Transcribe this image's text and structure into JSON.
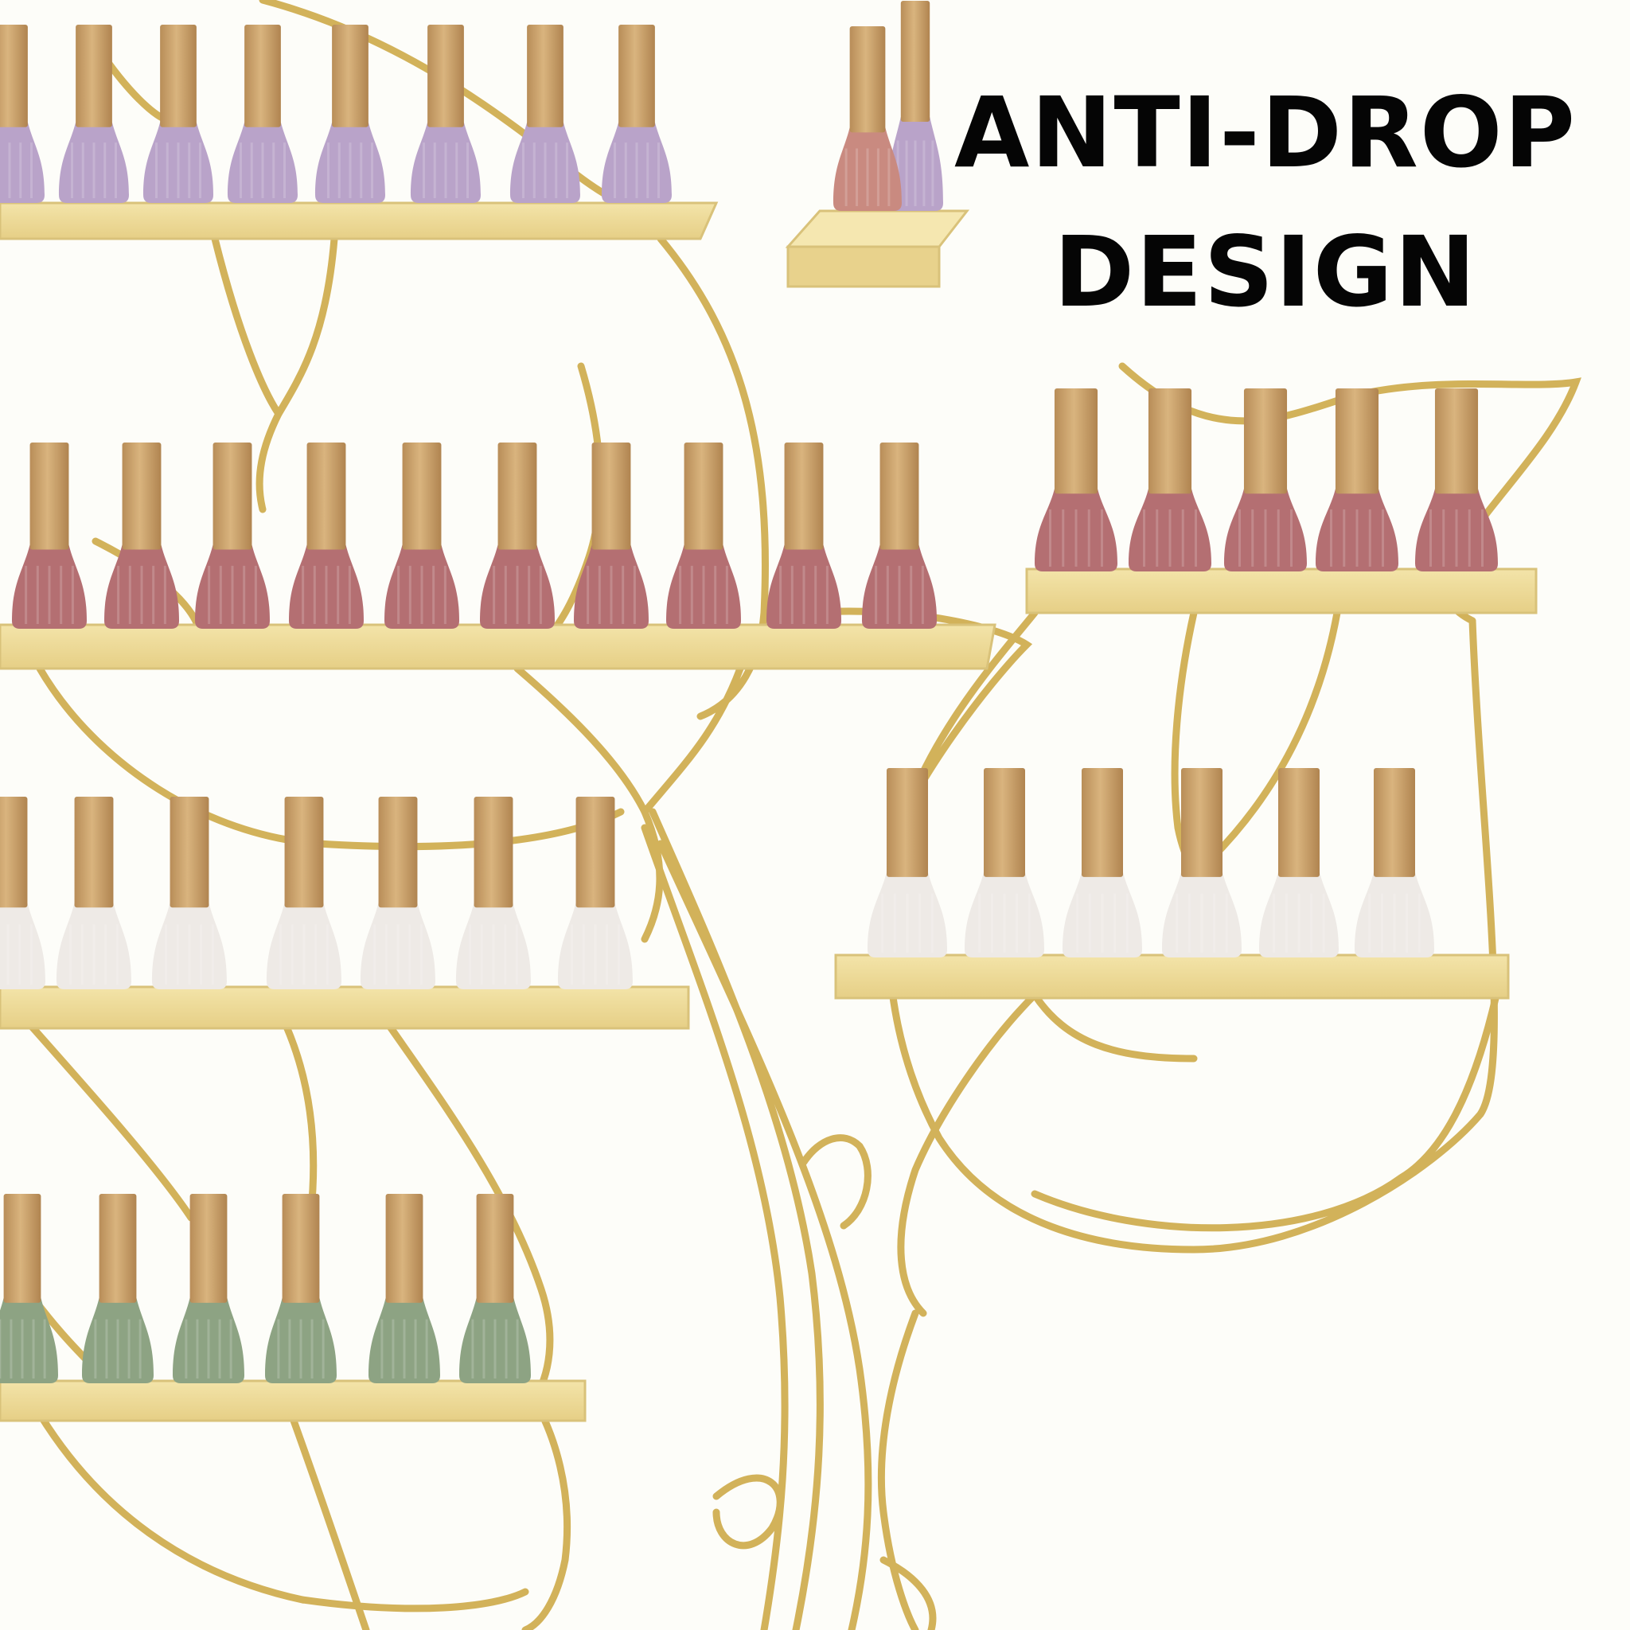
{
  "headline": {
    "line1": "ANTI-DROP",
    "line2": "DESIGN"
  },
  "colors": {
    "background": "#fdfdf9",
    "frame_gold": "#d4b35a",
    "shelf_face": "#efdc9c",
    "shelf_top": "#f6eab9",
    "cap": "#c9a06b",
    "polish_lilac": "#b9a3c9",
    "polish_rose": "#b46f72",
    "polish_white": "#eeeae6",
    "polish_sage": "#8da383",
    "polish_nude": "#c98a80",
    "text": "#050505"
  },
  "shelves": [
    {
      "name": "top-left-shelf",
      "polish_color": "lilac",
      "bottle_count": 8
    },
    {
      "name": "small-floating-shelf",
      "polish_color": "nude-and-lilac",
      "bottle_count": 2
    },
    {
      "name": "second-shelf",
      "polish_color": "rose",
      "bottle_count": 10
    },
    {
      "name": "right-upper-shelf",
      "polish_color": "rose",
      "bottle_count": 5
    },
    {
      "name": "third-shelf",
      "polish_color": "white",
      "bottle_count": 7
    },
    {
      "name": "right-lower-shelf",
      "polish_color": "white",
      "bottle_count": 6
    },
    {
      "name": "bottom-shelf",
      "polish_color": "sage-green",
      "bottle_count": 6
    }
  ]
}
